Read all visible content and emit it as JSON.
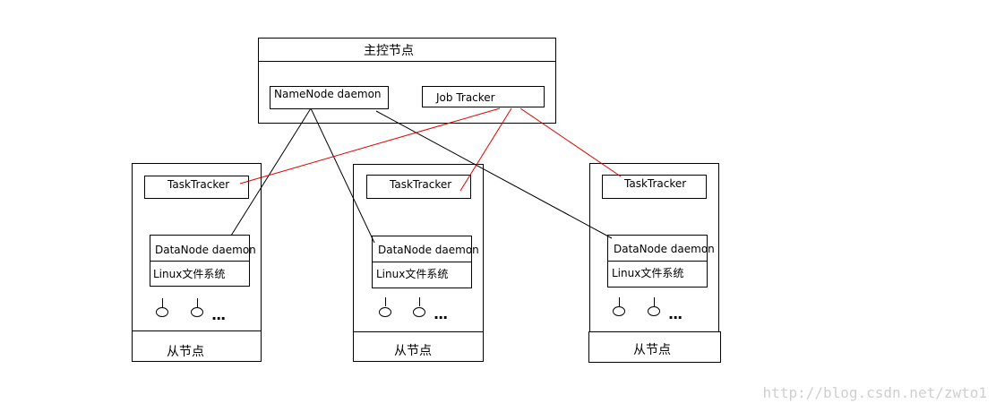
{
  "master": {
    "title": "主控节点",
    "namenode_label": "NameNode daemon",
    "jobtracker_label": "Job Tracker"
  },
  "slaves": [
    {
      "tasktracker_label": "TaskTracker",
      "datanode_label": "DataNode daemon",
      "fs_label": "Linux文件系统",
      "more": "...",
      "footer": "从节点"
    },
    {
      "tasktracker_label": "TaskTracker",
      "datanode_label": "DataNode daemon",
      "fs_label": "Linux文件系统",
      "more": "...",
      "footer": "从节点"
    },
    {
      "tasktracker_label": "TaskTracker",
      "datanode_label": "DataNode daemon",
      "fs_label": "Linux文件系统",
      "more": "...",
      "footer": "从节点"
    }
  ],
  "colors": {
    "namenode_link": "#000000",
    "jobtracker_link": "#e00000",
    "watermark": "#cfcfcf"
  },
  "watermark": "http://blog.csdn.net/zwto1"
}
